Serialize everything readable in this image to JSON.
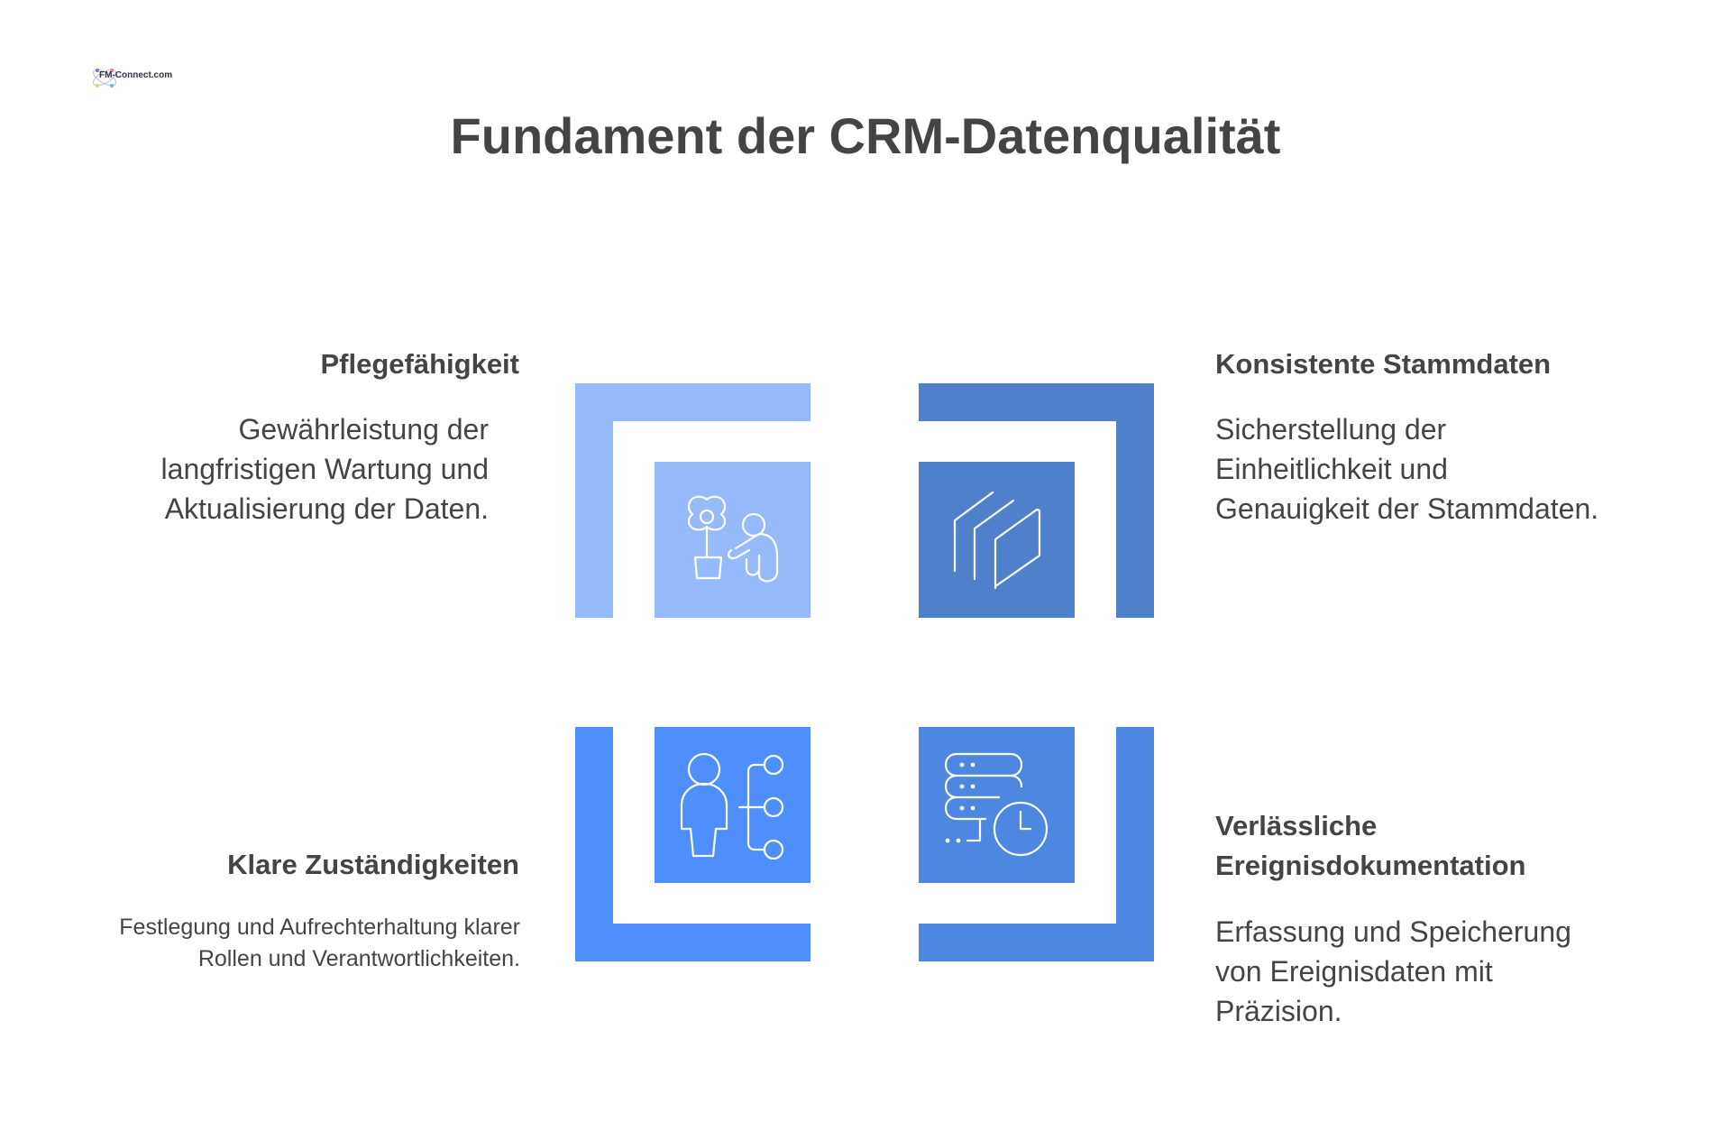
{
  "logo": {
    "text": "FM-Connect.com"
  },
  "title": "Fundament der CRM-Datenqualität",
  "quadrants": [
    {
      "heading": "Pflegefähigkeit",
      "lines": [
        "Gewährleistung der",
        "langfristigen Wartung und",
        "Aktualisierung der Daten."
      ],
      "icon": "plant-care-icon",
      "color": "#95bbfd"
    },
    {
      "heading": "Konsistente Stammdaten",
      "lines": [
        "Sicherstellung der",
        "Einheitlichkeit und",
        "Genauigkeit der Stammdaten."
      ],
      "icon": "layers-icon",
      "color": "#4f80cb"
    },
    {
      "heading": "Klare Zuständigkeiten",
      "lines": [
        "Festlegung und Aufrechterhaltung klarer",
        "Rollen und Verantwortlichkeiten."
      ],
      "icon": "person-hierarchy-icon",
      "color": "#4f8ffd"
    },
    {
      "heading_lines": [
        "Verlässliche",
        "Ereignisdokumentation"
      ],
      "lines": [
        "Erfassung und Speicherung",
        "von Ereignisdaten mit",
        "Präzision."
      ],
      "icon": "server-clock-icon",
      "color": "#4d87e2"
    }
  ]
}
